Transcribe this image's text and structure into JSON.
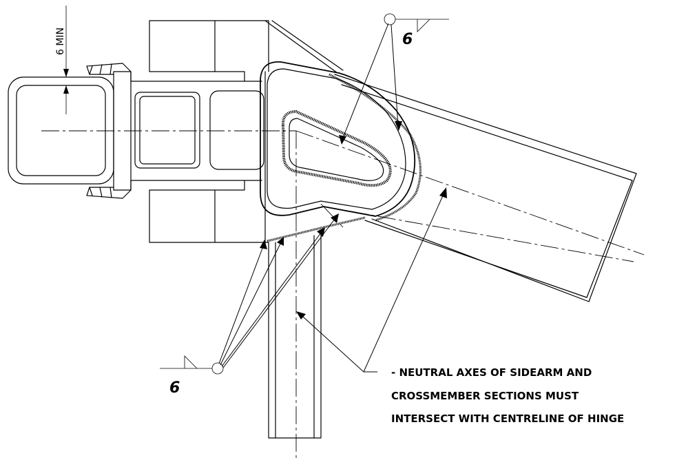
{
  "dimension": {
    "text": "6 MIN"
  },
  "weld_symbols": {
    "top": {
      "size": "6"
    },
    "bottom": {
      "size": "6"
    }
  },
  "note": {
    "lines": [
      "- NEUTRAL AXES OF SIDEARM AND",
      "CROSSMEMBER SECTIONS MUST",
      "INTERSECT WITH CENTRELINE OF HINGE"
    ]
  }
}
